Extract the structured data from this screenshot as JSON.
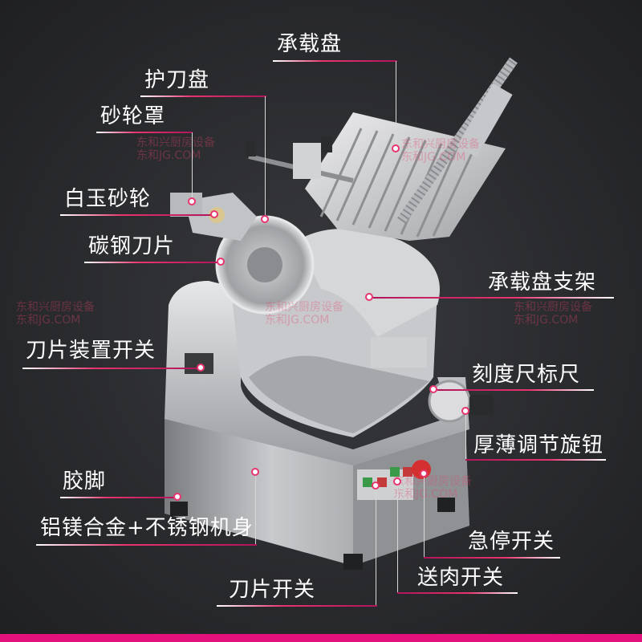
{
  "labels": {
    "tray": "承载盘",
    "blade_guard": "护刀盘",
    "wheel_cover": "砂轮罩",
    "jade_wheel": "白玉砂轮",
    "carbon_blade": "碳钢刀片",
    "tray_support": "承载盘支架",
    "blade_switch_device": "刀片装置开关",
    "scale_ruler": "刻度尺标尺",
    "thickness_knob": "厚薄调节旋钮",
    "rubber_feet": "胶脚",
    "body": "铝镁合金+不锈钢机身",
    "emergency_stop": "急停开关",
    "feed_switch": "送肉开关",
    "blade_switch": "刀片开关"
  },
  "watermarks": {
    "line1": "东和兴厨房设备",
    "line2": "东和JG.COM"
  },
  "colors": {
    "accent": "#e8356f",
    "accent_dark": "#b1145a",
    "bar": "#e3127a",
    "background": "#2a2b2e",
    "steel_light": "#d9dadc",
    "steel_mid": "#a9abae",
    "steel_dark": "#6e7074"
  }
}
